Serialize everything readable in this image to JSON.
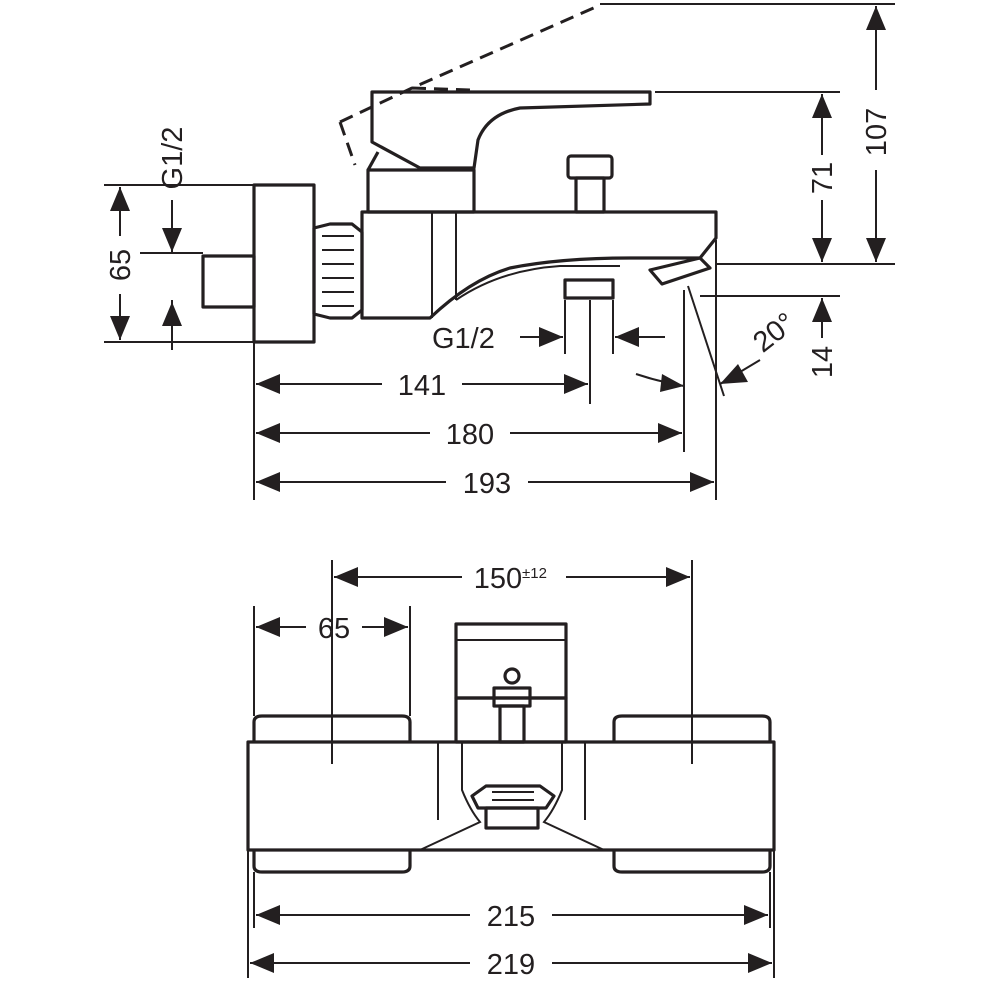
{
  "side_view": {
    "thread_left": "G1/2",
    "thread_bottom": "G1/2",
    "dim_height_body": "65",
    "dim_total_height": "107",
    "dim_lever_height": "71",
    "dim_spout_drop": "14",
    "dim_spout_angle": "20°",
    "dim_outlet_reach": "141",
    "dim_spout_reach": "180",
    "dim_total_depth": "193"
  },
  "front_view": {
    "dim_centers": "150",
    "dim_centers_tolerance": "±12",
    "dim_cap_width": "65",
    "dim_body_width": "215",
    "dim_total_width": "219"
  }
}
